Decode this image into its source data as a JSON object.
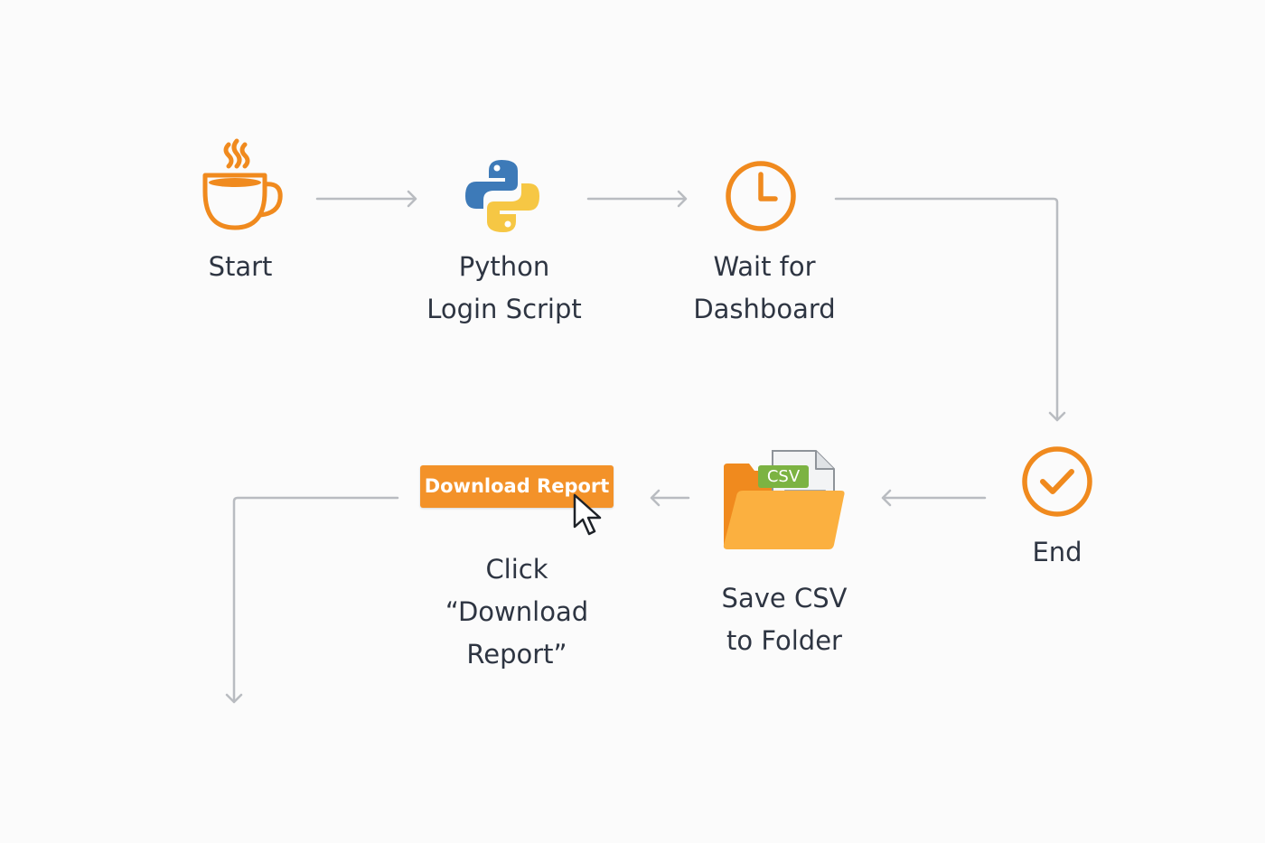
{
  "colors": {
    "accent": "#f08a1e",
    "connector": "#b9bcc1",
    "text": "#2e3542",
    "csv_tag": "#7cb342",
    "folder": "#fbb040"
  },
  "steps": [
    {
      "icon": "coffee-cup-icon",
      "lines": [
        "Start"
      ]
    },
    {
      "icon": "python-logo-icon",
      "lines": [
        "Python",
        "Login Script"
      ]
    },
    {
      "icon": "clock-icon",
      "lines": [
        "Wait for",
        "Dashboard"
      ]
    },
    {
      "icon": "check-circle-icon",
      "lines": [
        "End"
      ]
    },
    {
      "icon": "csv-folder-icon",
      "lines": [
        "Save CSV",
        "to Folder"
      ]
    },
    {
      "icon": "download-button",
      "lines": [
        "Click",
        "“Download",
        "Report”"
      ]
    }
  ],
  "download_button": {
    "label": "Download Report"
  },
  "csv_tag": "CSV"
}
